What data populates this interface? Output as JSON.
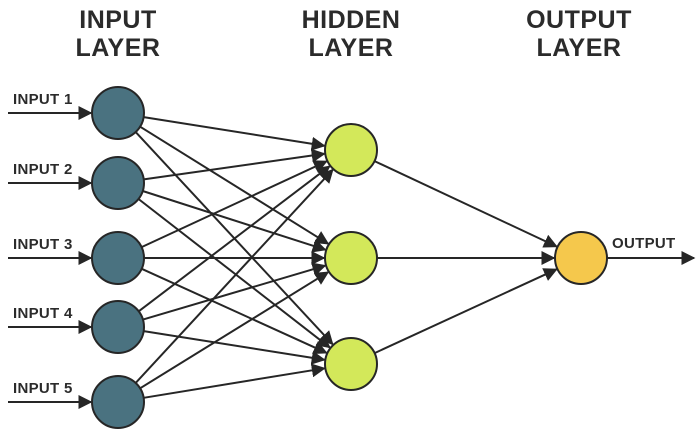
{
  "layers": {
    "input": {
      "title_line1": "INPUT",
      "title_line2": "LAYER",
      "color": "#4a7280",
      "nodes": 5
    },
    "hidden": {
      "title_line1": "HIDDEN",
      "title_line2": "LAYER",
      "color": "#d3e85a",
      "nodes": 3
    },
    "output": {
      "title_line1": "OUTPUT",
      "title_line2": "LAYER",
      "color": "#f5c84c",
      "nodes": 1
    }
  },
  "inputs": [
    "INPUT 1",
    "INPUT 2",
    "INPUT 3",
    "INPUT 4",
    "INPUT 5"
  ],
  "output_label": "OUTPUT",
  "colors": {
    "stroke": "#262626",
    "text": "#2b2b2b"
  },
  "connections": "fully-connected"
}
